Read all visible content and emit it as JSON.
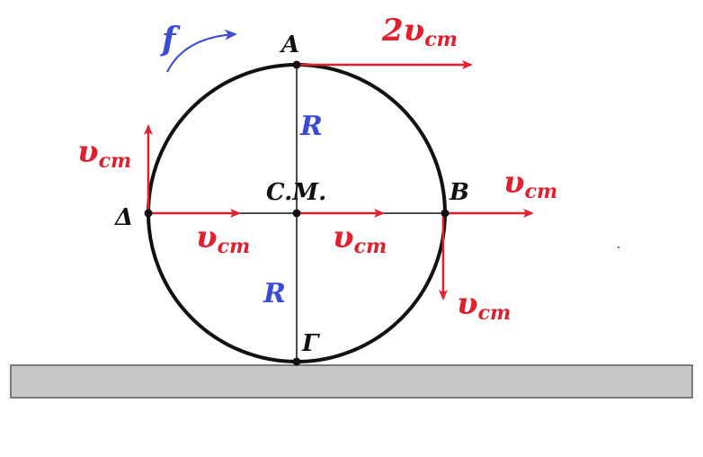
{
  "diagram": {
    "points": {
      "top": "A",
      "right": "B",
      "bottom": "Γ",
      "left": "Δ",
      "center": "C.M."
    },
    "radius_top": "R",
    "radius_bottom": "R",
    "rotation": "f",
    "velocity": {
      "top_coef": "2",
      "symbol": "υ",
      "subscript": "cm"
    }
  },
  "colors": {
    "velocity": "#e0202e",
    "radius_and_rotation": "#3b4bd6",
    "circle": "#111111",
    "ground_fill": "#c8c8c8",
    "ground_stroke": "#7a7a7a"
  }
}
